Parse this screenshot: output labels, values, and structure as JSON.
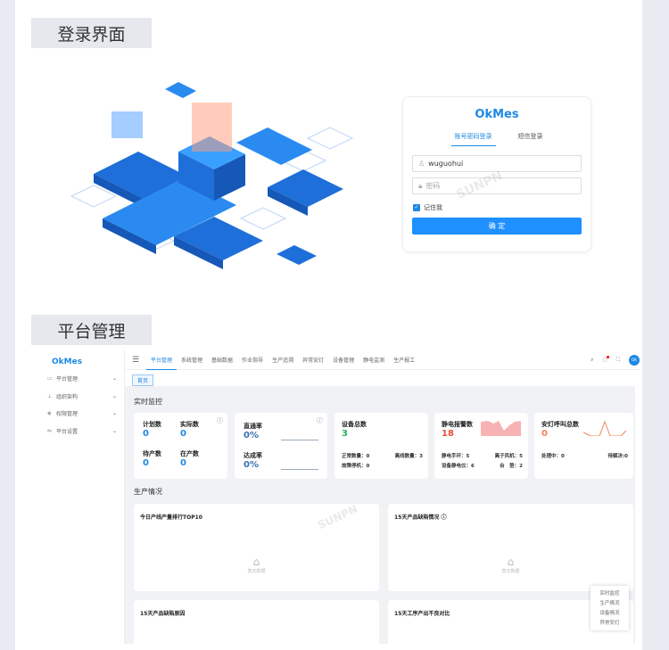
{
  "sections": {
    "login_title": "登录界面",
    "platform_title": "平台管理"
  },
  "login": {
    "logo": "OkMes",
    "tabs": [
      "账号密码登录",
      "短信登录"
    ],
    "username": "wuguohui",
    "password_placeholder": "密码",
    "remember": "记住我",
    "submit": "确 定"
  },
  "watermark": "SUNPN讯鹏",
  "dashboard": {
    "logo": "OkMes",
    "sidebar": [
      {
        "icon": "monitor-icon",
        "label": "平台管理"
      },
      {
        "icon": "org-icon",
        "label": "组织架构"
      },
      {
        "icon": "shield-icon",
        "label": "权限管理"
      },
      {
        "icon": "sliders-icon",
        "label": "平台设置"
      }
    ],
    "nav": [
      "平台管理",
      "系统管理",
      "基础数据",
      "作业指导",
      "生产追溯",
      "异常安灯",
      "设备管理",
      "静电监测",
      "生产报工"
    ],
    "avatar": "OK",
    "tag": "首页",
    "realtime_title": "实时监控",
    "cards": {
      "plan": {
        "label": "计划数",
        "value": "0"
      },
      "actual": {
        "label": "实际数",
        "value": "0"
      },
      "pending": {
        "label": "待产数",
        "value": "0"
      },
      "producing": {
        "label": "在产数",
        "value": "0"
      },
      "pass_rate": {
        "label": "直通率",
        "value": "0%"
      },
      "achieve_rate": {
        "label": "达成率",
        "value": "0%"
      },
      "devices": {
        "label": "设备总数",
        "value": "3",
        "normal": "正常数量：0",
        "offline": "离线数量：3",
        "fault": "故障停机：0"
      },
      "esd": {
        "label": "静电报警数",
        "value": "18",
        "wrist": "静电手环：5",
        "ionizer": "离子风机：5",
        "meter": "设备静电仪：6",
        "mat": "台　垫：2"
      },
      "andon": {
        "label": "安灯呼叫总数",
        "value": "0",
        "processing": "处理中：0",
        "pending": "待解决:0"
      }
    },
    "production_title": "生产情况",
    "panels": [
      "今日产线产量排行TOP10",
      "15天产品缺陷情况",
      "15天产品缺陷原因",
      "15天工序产出不良对比"
    ],
    "empty_text": "暂无数据",
    "float_menu": [
      "实时监控",
      "生产情况",
      "设备情况",
      "异常安灯"
    ]
  },
  "colors": {
    "accent": "#1e88e5",
    "green": "#27ae60",
    "red": "#e74c3c",
    "orange": "#f0855a"
  }
}
